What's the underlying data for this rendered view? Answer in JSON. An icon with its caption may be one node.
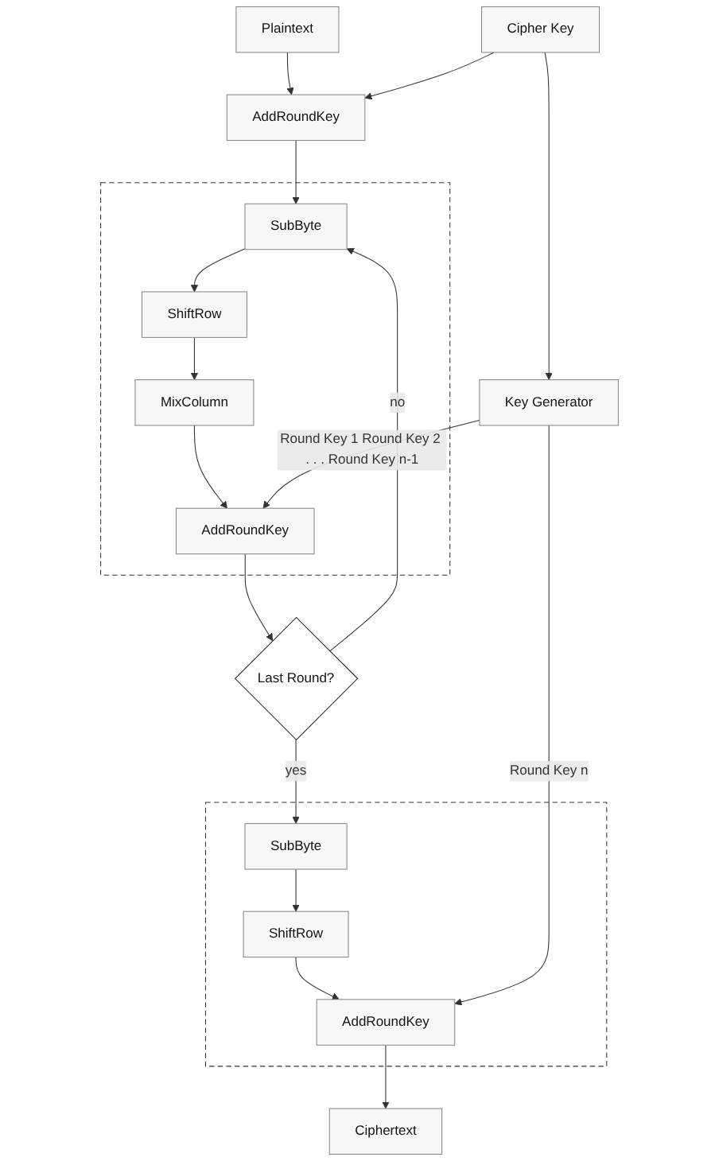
{
  "diagram": {
    "nodes": [
      {
        "text": [
          "Plaintext"
        ]
      },
      {
        "text": [
          "Cipher Key"
        ]
      },
      {
        "text": [
          "AddRoundKey"
        ]
      },
      {
        "text": [
          "Key Generator"
        ]
      },
      {
        "text": [],
        "shape": "box"
      },
      {
        "text": [
          "SubByte"
        ],
        "in": 4
      },
      {
        "text": [
          "ShiftRow"
        ],
        "in": 4
      },
      {
        "text": [
          "MixColumn"
        ],
        "in": 4
      },
      {
        "text": [
          "AddRoundKey"
        ],
        "in": 4
      },
      {
        "text": [
          "Last Round?"
        ]
      },
      {
        "text": [],
        "shape": "box"
      },
      {
        "text": [
          "SubByte"
        ],
        "in": 10
      },
      {
        "text": [
          "ShiftRow"
        ],
        "in": 10
      },
      {
        "text": [
          "AddRoundKey"
        ],
        "in": 10
      },
      {
        "text": [
          "Ciphertext"
        ]
      }
    ],
    "edges": [
      {
        "from": 0,
        "to": 2,
        "arrow": "to"
      },
      {
        "from": 1,
        "to": 2,
        "arrow": "to"
      },
      {
        "from": 1,
        "to": 3,
        "arrow": "to"
      },
      {
        "from": 2,
        "to": 5,
        "arrow": "to"
      },
      {
        "from": 5,
        "to": 6,
        "arrow": "to"
      },
      {
        "from": 6,
        "to": 7,
        "arrow": "to"
      },
      {
        "from": 7,
        "to": 8,
        "arrow": "to"
      },
      {
        "from": 3,
        "to": 8,
        "arrow": "to",
        "label": "Round Key 1 Round Key 2 . . . Round Key n-1"
      },
      {
        "from": 8,
        "to": 9,
        "arrow": "to"
      },
      {
        "from": 9,
        "to": 5,
        "arrow": "to",
        "label": "no"
      },
      {
        "from": 9,
        "to": 11,
        "arrow": "to",
        "label": "yes"
      },
      {
        "from": 11,
        "to": 12,
        "arrow": "to"
      },
      {
        "from": 12,
        "to": 13,
        "arrow": "to"
      },
      {
        "from": 3,
        "to": 13,
        "arrow": "to",
        "label": "Round Key n"
      },
      {
        "from": 13,
        "to": 14,
        "arrow": "to"
      }
    ]
  }
}
